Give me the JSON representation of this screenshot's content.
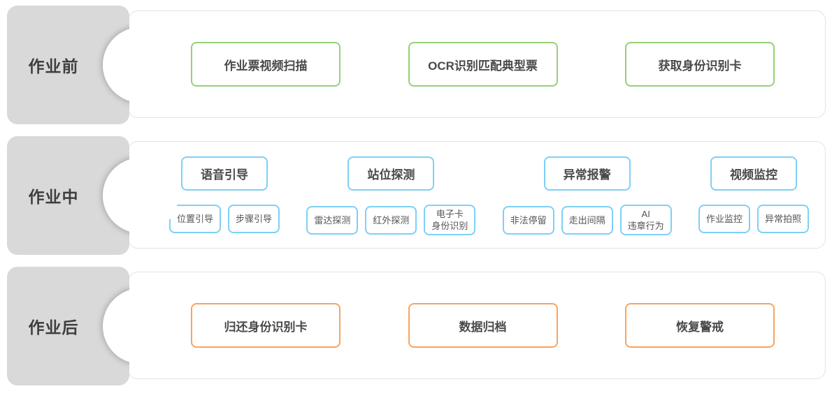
{
  "colors": {
    "tab_background": "#d9d9d9",
    "panel_border": "#e3e3e3",
    "before_accent": "#95d077",
    "during_accent": "#7ed0f5",
    "after_accent": "#f8a460"
  },
  "sections": [
    {
      "label": "作业前",
      "accent": "#95d077",
      "boxes": [
        "作业票视频扫描",
        "OCR识别匹配典型票",
        "获取身份识别卡"
      ]
    },
    {
      "label": "作业中",
      "accent": "#7ed0f5",
      "groups": [
        {
          "header": "语音引导",
          "items": [
            [
              "位置引导"
            ],
            [
              "步骤引导"
            ]
          ]
        },
        {
          "header": "站位探测",
          "items": [
            [
              "雷达探测"
            ],
            [
              "红外探测"
            ],
            [
              "电子卡",
              "身份识别"
            ]
          ]
        },
        {
          "header": "异常报警",
          "items": [
            [
              "非法停留"
            ],
            [
              "走出间隔"
            ],
            [
              "AI",
              "违章行为"
            ]
          ]
        },
        {
          "header": "视频监控",
          "items": [
            [
              "作业监控"
            ],
            [
              "异常拍照"
            ]
          ]
        }
      ]
    },
    {
      "label": "作业后",
      "accent": "#f8a460",
      "boxes": [
        "归还身份识别卡",
        "数据归档",
        "恢复警戒"
      ]
    }
  ]
}
